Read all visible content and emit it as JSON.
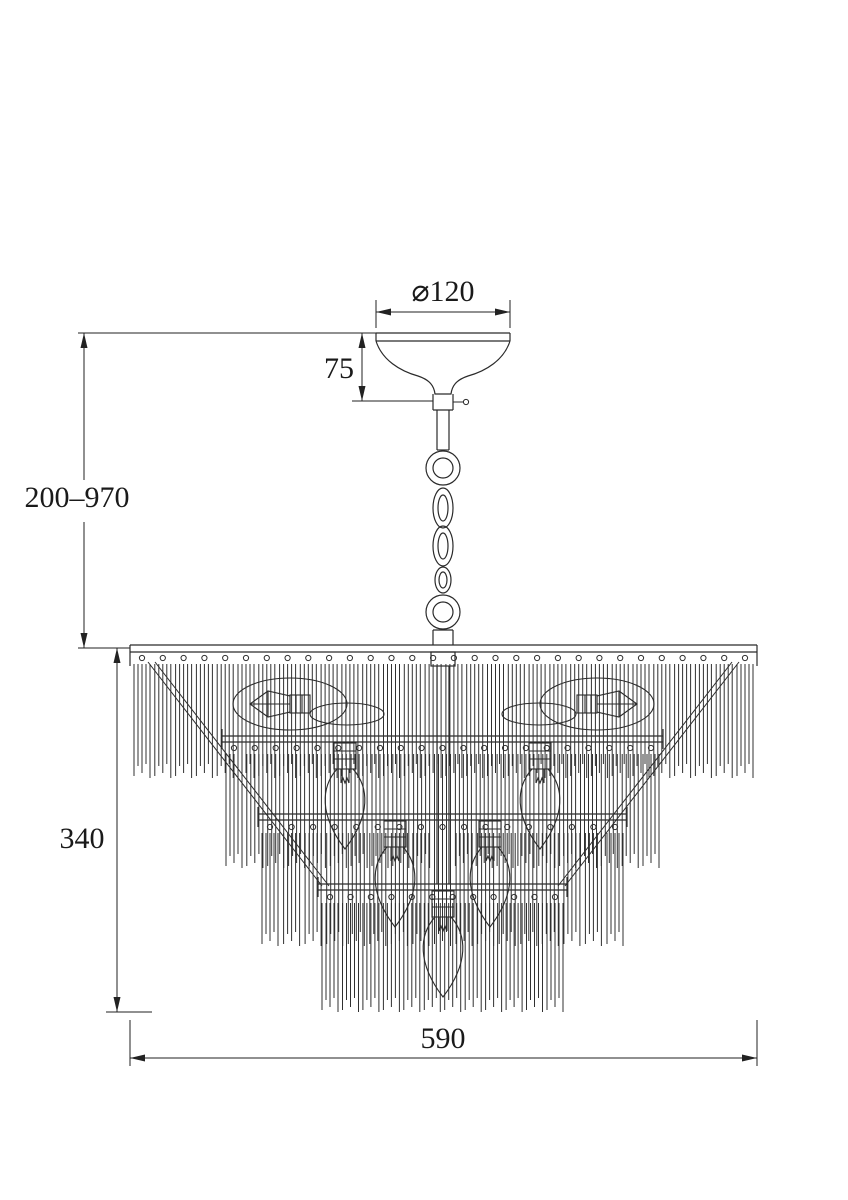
{
  "diagram": {
    "type": "technical-dimension-drawing",
    "subject": "chandelier"
  },
  "dimensions": {
    "canopy_diameter": "⌀120",
    "canopy_height": "75",
    "suspension_height": "200–970",
    "body_height": "340",
    "body_width": "590"
  }
}
